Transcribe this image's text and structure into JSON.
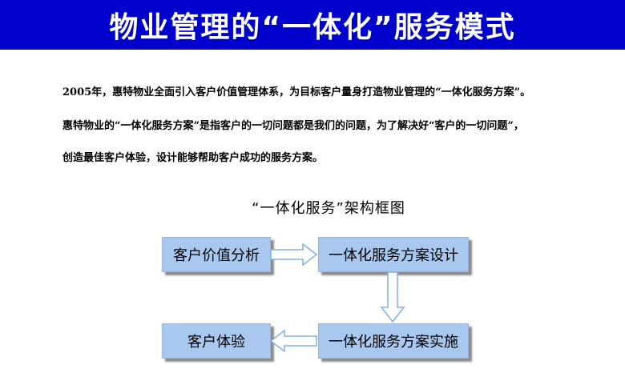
{
  "slide": {
    "title": "物业管理的“一体化”服务模式",
    "paragraph_lines": [
      "2005年，惠特物业全面引入客户价值管理体系，为目标客户量身打造物业管理的“一体化服务方案”。",
      "惠特物业的“一体化服务方案”是指客户的一切问题都是我们的问题，为了解决好“客户的一切问题”，",
      "创造最佳客户体验，设计能够帮助客户成功的服务方案。"
    ]
  },
  "diagram": {
    "title": "“一体化服务”架构框图",
    "nodes": {
      "analysis": "客户价值分析",
      "design": "一体化服务方案设计",
      "implement": "一体化服务方案实施",
      "experience": "客户体验"
    },
    "colors": {
      "banner": "#0000cc",
      "box_fill": "#a9c8ef",
      "arrow_stroke": "#7fb0e6"
    }
  }
}
